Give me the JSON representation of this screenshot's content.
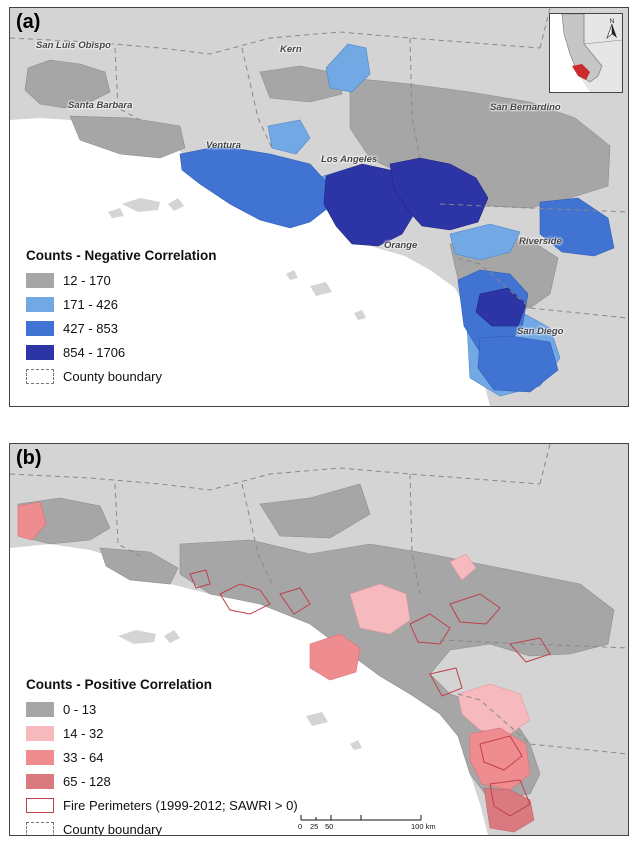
{
  "panel_a": {
    "label": "(a)",
    "counties": [
      "San Luis Obispo",
      "Kern",
      "Santa Barbara",
      "San Bernardino",
      "Ventura",
      "Los Angeles",
      "Orange",
      "Riverside",
      "San Diego"
    ],
    "legend": {
      "title": "Counts - Negative Correlation",
      "classes": [
        {
          "label": "12 - 170",
          "color": "#a6a6a6"
        },
        {
          "label": "171 - 426",
          "color": "#72a8e4"
        },
        {
          "label": "427 - 853",
          "color": "#4173d2"
        },
        {
          "label": "854 - 1706",
          "color": "#2c34a6"
        }
      ],
      "boundary_label": "County boundary"
    }
  },
  "panel_b": {
    "label": "(b)",
    "legend": {
      "title": "Counts - Positive Correlation",
      "classes": [
        {
          "label": "0 - 13",
          "color": "#a6a6a6"
        },
        {
          "label": "14 - 32",
          "color": "#f6b9bd"
        },
        {
          "label": "33 - 64",
          "color": "#ef8c90"
        },
        {
          "label": "65 - 128",
          "color": "#d97a80"
        }
      ],
      "fire_label": "Fire Perimeters (1999-2012; SAWRI > 0)",
      "boundary_label": "County boundary"
    },
    "scale_bar": {
      "ticks": [
        "0",
        "25",
        "50",
        "100"
      ],
      "unit": "km"
    }
  },
  "colors": {
    "background": "#d4d4d4",
    "land_base": "#a6a6a6",
    "ocean": "#ffffff",
    "fire_perimeter": "#c0404a"
  },
  "icons": {
    "north_arrow": "north-arrow-icon"
  }
}
